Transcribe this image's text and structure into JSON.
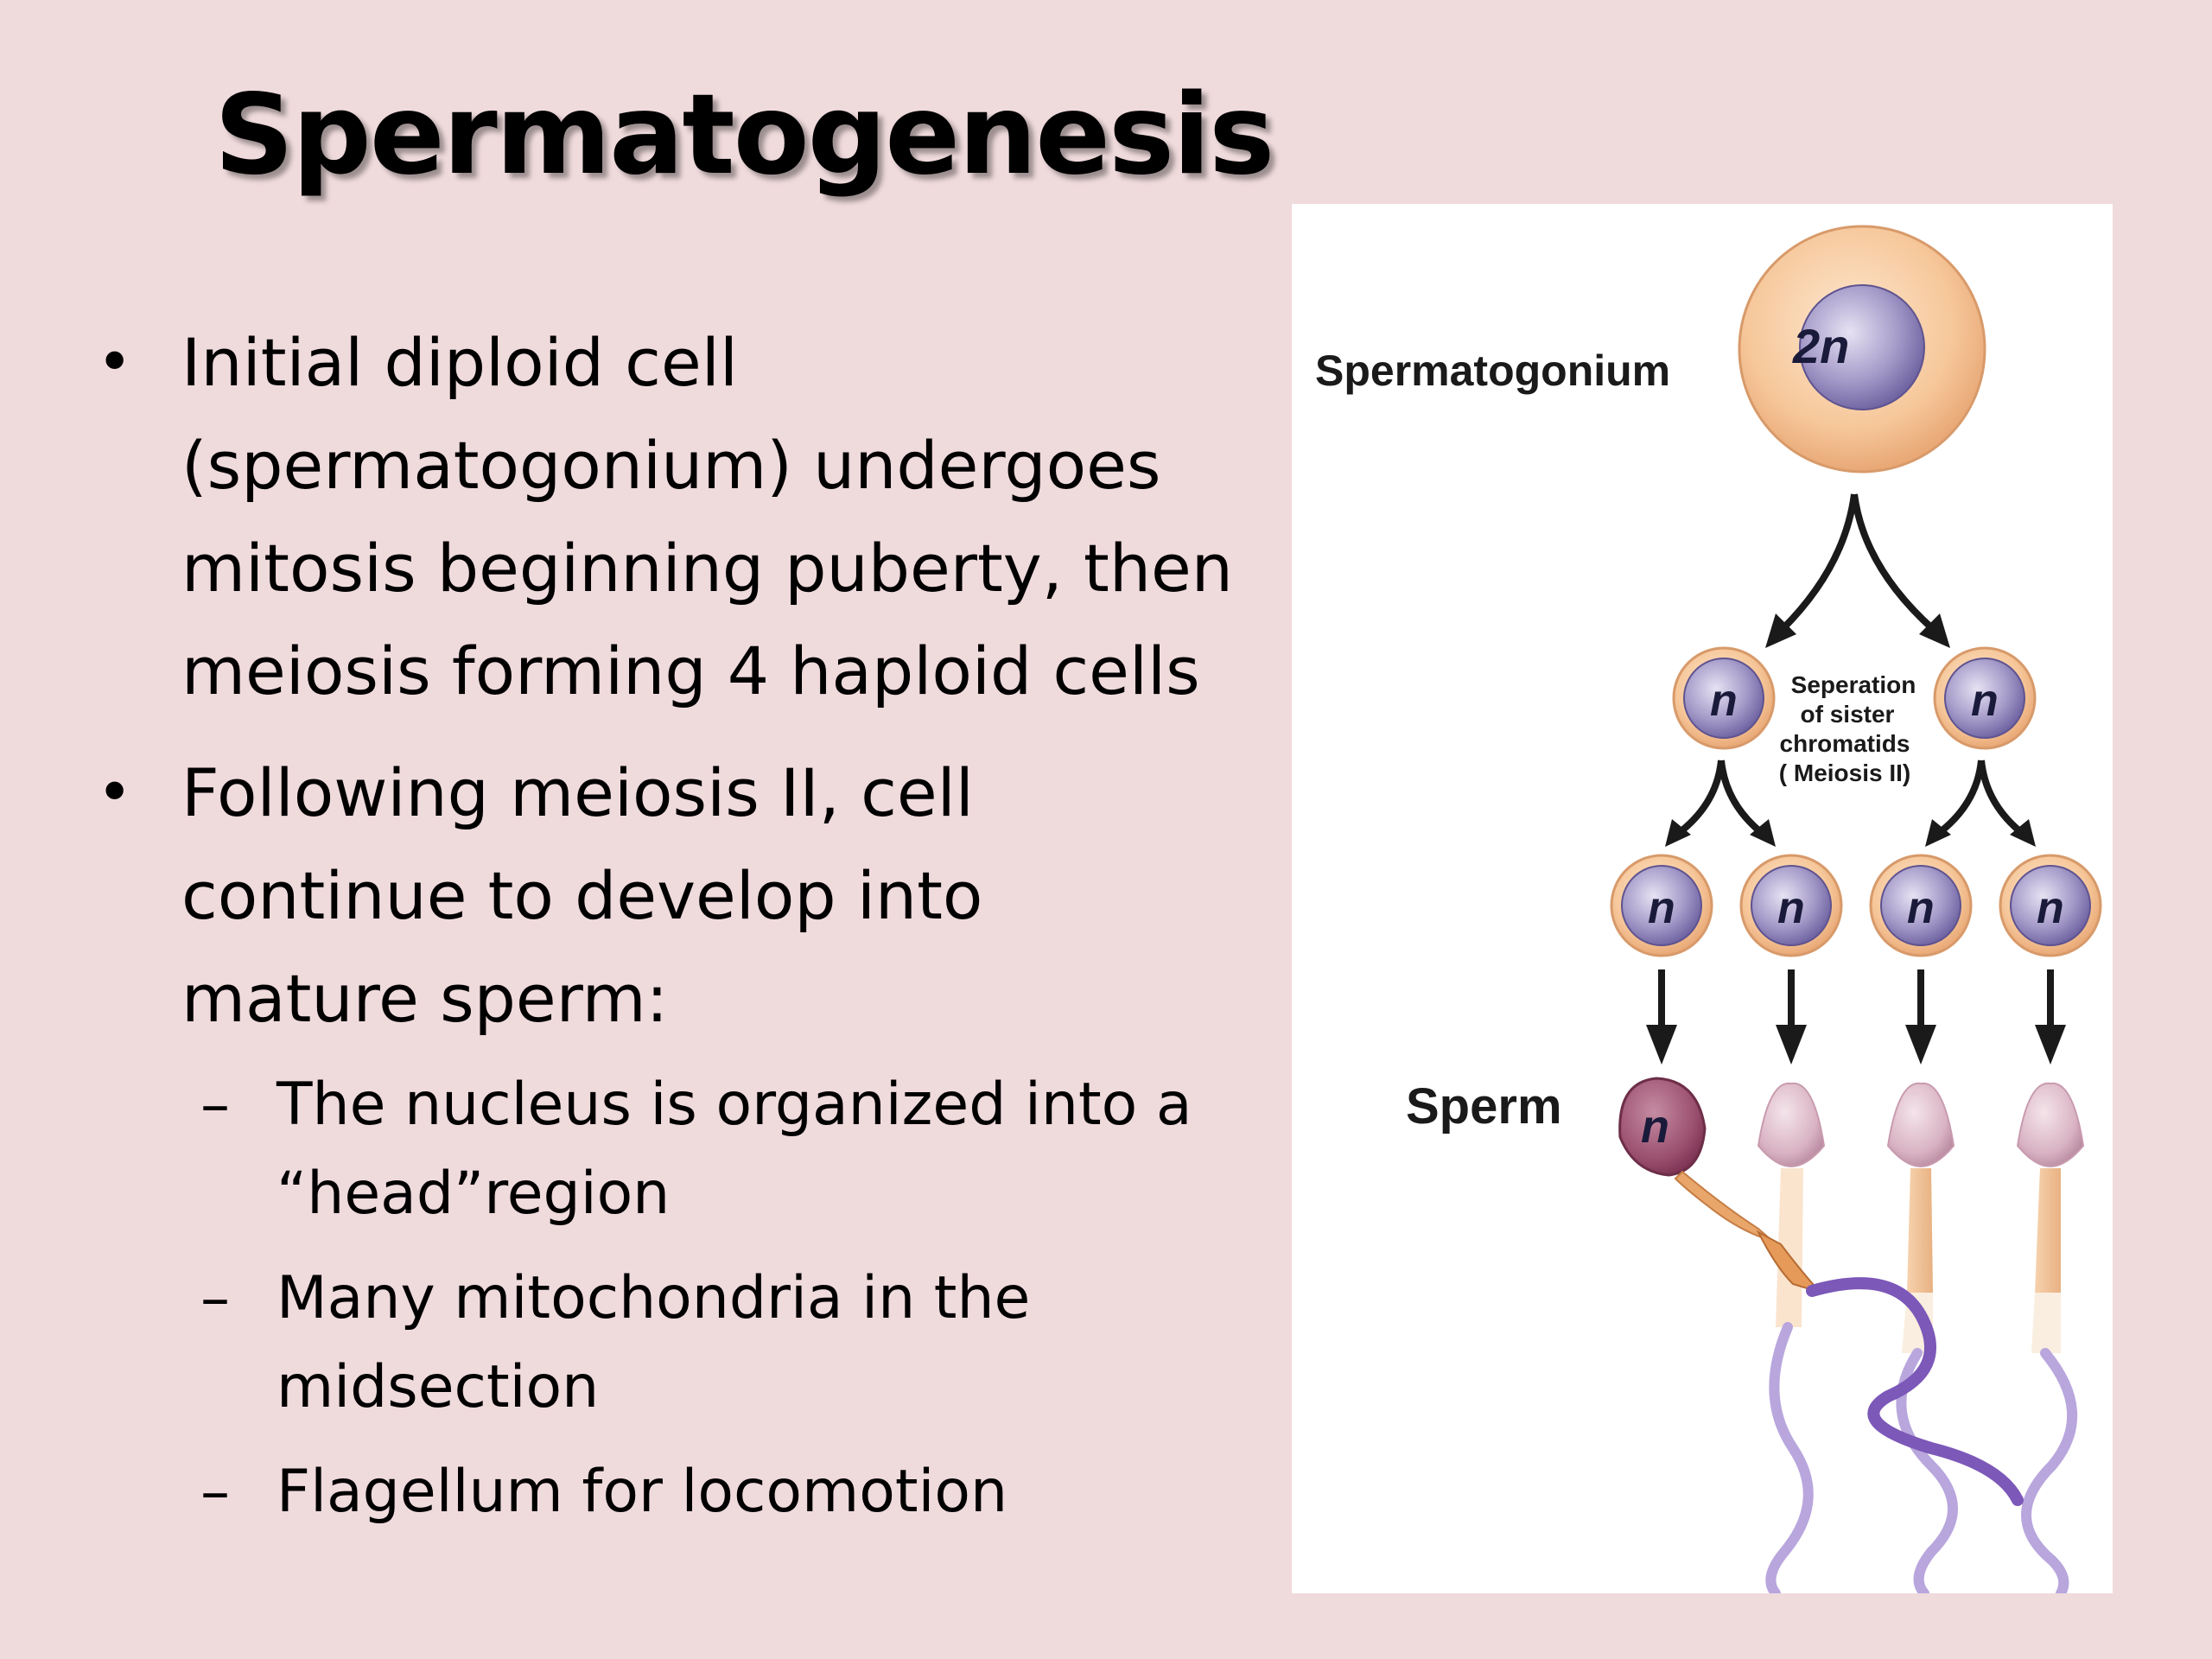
{
  "slide": {
    "title": "Spermatogenesis",
    "bullets": [
      {
        "lines": [
          "Initial diploid cell",
          "(spermatogonium) undergoes",
          "mitosis beginning puberty, then",
          "meiosis forming 4 haploid cells"
        ]
      },
      {
        "lines": [
          "Following meiosis II, cell",
          "continue to develop into",
          "mature sperm:"
        ],
        "sub_bullets": [
          {
            "lines": [
              "The nucleus is organized into a",
              "“head”region"
            ]
          },
          {
            "lines": [
              "Many mitochondria in the",
              "midsection"
            ]
          },
          {
            "lines": [
              "Flagellum for locomotion"
            ]
          }
        ]
      }
    ],
    "bullet_mark": "•",
    "sub_bullet_mark": "–"
  },
  "figure": {
    "spermatogonium_label": "Spermatogonium",
    "spermatogonium_ploidy": "2n",
    "haploid_label": "n",
    "meiosis_note": [
      "Seperation",
      "of sister",
      "chromatids",
      "( Meiosis II)"
    ],
    "sperm_label": "Sperm"
  }
}
